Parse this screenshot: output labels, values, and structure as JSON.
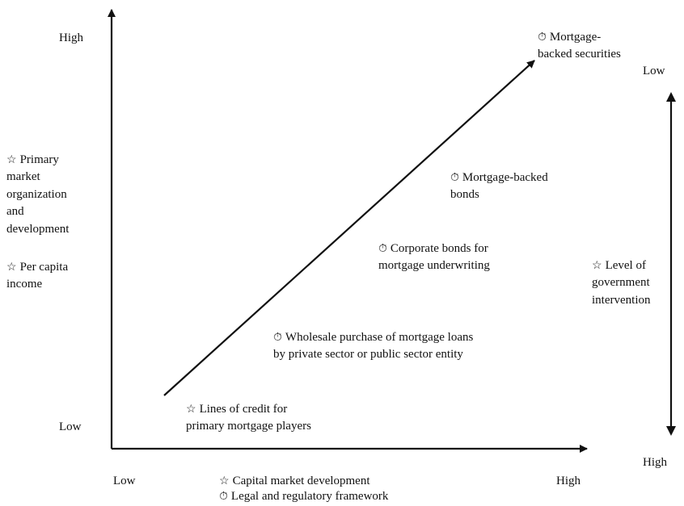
{
  "y_axis": {
    "high": "High",
    "low": "Low"
  },
  "x_axis": {
    "low": "Low",
    "high": "High",
    "labels": [
      {
        "symbol": "☆",
        "text": "Capital market development"
      },
      {
        "symbol": "⏱",
        "text": "Legal and regulatory framework"
      }
    ]
  },
  "left_factors": [
    {
      "symbol": "☆",
      "text": "Primary\nmarket\norganization\nand\ndevelopment"
    },
    {
      "symbol": "☆",
      "text": "Per capita\nincome"
    }
  ],
  "right_axis": {
    "top": "Low",
    "bottom": "High",
    "label": {
      "symbol": "☆",
      "text": "Level of\ngovernment\nintervention"
    }
  },
  "stages": [
    {
      "symbol": "☆",
      "text": "Lines of credit for\nprimary mortgage players"
    },
    {
      "symbol": "⏱",
      "text": "Wholesale purchase of mortgage loans\nby private sector or public sector entity"
    },
    {
      "symbol": "⏱",
      "text": "Corporate bonds for\nmortgage underwriting"
    },
    {
      "symbol": "⏱",
      "text": "Mortgage-backed\nbonds"
    },
    {
      "symbol": "⏱",
      "text": "Mortgage-\nbacked securities"
    }
  ]
}
